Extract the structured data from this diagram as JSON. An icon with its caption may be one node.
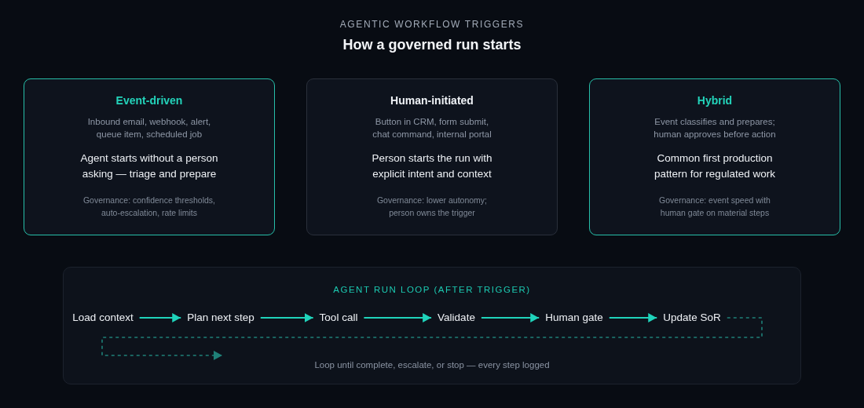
{
  "diagram": {
    "title": "How a governed run starts",
    "nodes": [
      {
        "text": [
          "Event-driven",
          "Inbound email, webhook, alert, queue item, scheduled job",
          "Agent starts without a person asking — triage and prepare",
          "Governance: confidence thresholds, auto-escalation, rate limits"
        ]
      },
      {
        "text": [
          "Human-initiated",
          "Button in CRM, form submit, chat command, internal portal",
          "Person starts the run with explicit intent and context",
          "Governance: lower autonomy; person owns the trigger"
        ]
      },
      {
        "text": [
          "Hybrid",
          "Event classifies and prepares; human approves before action",
          "Common first production pattern for regulated work",
          "Governance: event speed with human gate on material steps"
        ]
      },
      {
        "text": [
          "AGENT RUN LOOP (AFTER TRIGGER)",
          "Loop until complete, escalate, or stop — every step logged"
        ]
      },
      {
        "text": [
          "Load context"
        ],
        "in": 3
      },
      {
        "text": [
          "Plan next step"
        ],
        "in": 3
      },
      {
        "text": [
          "Tool call"
        ],
        "in": 3
      },
      {
        "text": [
          "Validate"
        ],
        "in": 3
      },
      {
        "text": [
          "Human gate"
        ],
        "in": 3
      },
      {
        "text": [
          "Update SoR"
        ],
        "in": 3
      }
    ],
    "edges": [
      {
        "from": 4,
        "to": 5,
        "arrow": "to"
      },
      {
        "from": 5,
        "to": 6,
        "arrow": "to"
      },
      {
        "from": 6,
        "to": 7,
        "arrow": "to"
      },
      {
        "from": 7,
        "to": 8,
        "arrow": "to"
      },
      {
        "from": 8,
        "to": 9,
        "arrow": "to"
      },
      {
        "from": 9,
        "to": null,
        "arrow": "to",
        "style": "dashed",
        "color": "#1f8078"
      }
    ],
    "labels": [
      "AGENTIC WORKFLOW TRIGGERS"
    ]
  }
}
